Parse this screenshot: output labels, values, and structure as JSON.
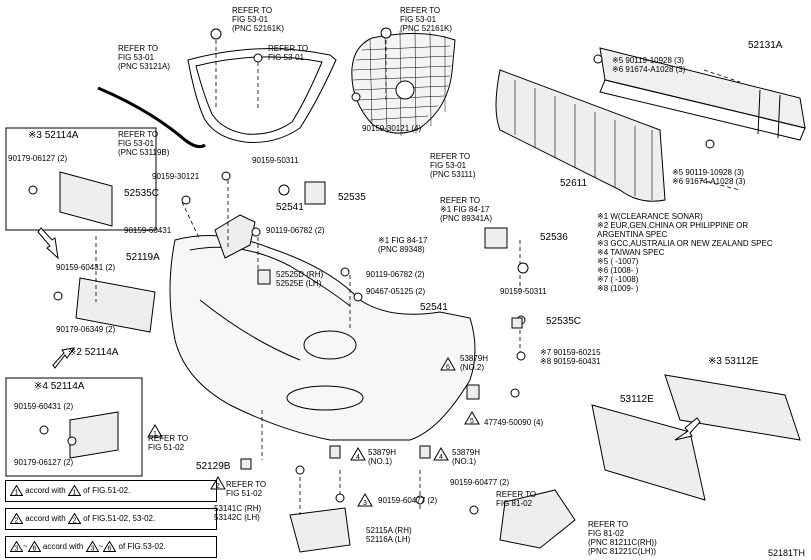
{
  "diagram_id": "52181TH",
  "labels": [
    {
      "id": "refer-53-01-a",
      "lines": [
        "REFER TO",
        "FIG 53-01",
        "(PNC 52161K)"
      ]
    },
    {
      "id": "refer-53-01-b",
      "lines": [
        "REFER TO",
        "FIG 53-01"
      ]
    },
    {
      "id": "refer-53-01-c",
      "lines": [
        "REFER TO",
        "FIG 53-01",
        "(PNC 53121A)"
      ]
    },
    {
      "id": "refer-53-01-d",
      "lines": [
        "REFER TO",
        "FIG 53-01",
        "(PNC 52161K)"
      ]
    },
    {
      "id": "refer-53-01-e",
      "lines": [
        "REFER TO",
        "FIG 53-01",
        "(PNC 53119B)"
      ]
    },
    {
      "id": "refer-53-01-f",
      "lines": [
        "REFER TO",
        "FIG 53-01",
        "(PNC 53111)"
      ]
    },
    {
      "id": "p52131A",
      "lines": [
        "52131A"
      ]
    },
    {
      "id": "p90119-10928-a",
      "lines": [
        "※5 90119-10928 (3)",
        "※6 91674-A1028 (3)"
      ]
    },
    {
      "id": "p90159-30121-4",
      "lines": [
        "90159-30121 (4)"
      ]
    },
    {
      "id": "p52114A-3",
      "lines": [
        "※3 52114A"
      ]
    },
    {
      "id": "p90179-06127-2a",
      "lines": [
        "90179-06127 (2)"
      ]
    },
    {
      "id": "p90159-50311-a",
      "lines": [
        "90159-50311"
      ]
    },
    {
      "id": "p90159-30121",
      "lines": [
        "90159-30121"
      ]
    },
    {
      "id": "p52611",
      "lines": [
        "52611"
      ]
    },
    {
      "id": "p90119-10928-b",
      "lines": [
        "※5 90119-10928 (3)",
        "※6 91674-A1028 (3)"
      ]
    },
    {
      "id": "p52535C-a",
      "lines": [
        "52535C"
      ]
    },
    {
      "id": "p52541-a",
      "lines": [
        "52541"
      ]
    },
    {
      "id": "p52535",
      "lines": [
        "52535"
      ]
    },
    {
      "id": "refer-84-17-a",
      "lines": [
        "REFER TO",
        "※1 FIG 84-17",
        "(PNC 89341A)"
      ]
    },
    {
      "id": "p90159-60431",
      "lines": [
        "90159-60431"
      ]
    },
    {
      "id": "p90119-06782-2a",
      "lines": [
        "90119-06782 (2)"
      ]
    },
    {
      "id": "refer-84-17-b",
      "lines": [
        "※1 FIG 84-17",
        "(PNC 89348)"
      ]
    },
    {
      "id": "p52536",
      "lines": [
        "52536"
      ]
    },
    {
      "id": "p52119A",
      "lines": [
        "52119A"
      ]
    },
    {
      "id": "p52525D",
      "lines": [
        "52525D (RH)",
        "52525E (LH)"
      ]
    },
    {
      "id": "p90119-06782-2b",
      "lines": [
        "90119-06782 (2)"
      ]
    },
    {
      "id": "p90467-05125",
      "lines": [
        "90467-05125 (2)"
      ]
    },
    {
      "id": "p90159-50311-b",
      "lines": [
        "90159-50311"
      ]
    },
    {
      "id": "p90159-60431-2",
      "lines": [
        "90159-60431 (2)"
      ]
    },
    {
      "id": "p90179-06349",
      "lines": [
        "90179-06349 (2)"
      ]
    },
    {
      "id": "p52114A-2",
      "lines": [
        "※2 52114A"
      ]
    },
    {
      "id": "p52541-b",
      "lines": [
        "52541"
      ]
    },
    {
      "id": "p52535C-b",
      "lines": [
        "52535C"
      ]
    },
    {
      "id": "p90159-60215",
      "lines": [
        "※7 90159-60215",
        "※8 90159-60431"
      ]
    },
    {
      "id": "p53879H-no2",
      "lines": [
        "53879H",
        "(NO.2)"
      ]
    },
    {
      "id": "p53112E-3",
      "lines": [
        "※3 53112E"
      ]
    },
    {
      "id": "p53112E",
      "lines": [
        "53112E"
      ]
    },
    {
      "id": "p47749-50090",
      "lines": [
        "47749-50090 (4)"
      ]
    },
    {
      "id": "refer-51-02-a",
      "lines": [
        "REFER TO",
        "FIG 51-02"
      ]
    },
    {
      "id": "p53879H-no1a",
      "lines": [
        "53879H",
        "(NO.1)"
      ]
    },
    {
      "id": "p53879H-no1b",
      "lines": [
        "53879H",
        "(NO.1)"
      ]
    },
    {
      "id": "p52129B",
      "lines": [
        "52129B"
      ]
    },
    {
      "id": "p90159-60477-2a",
      "lines": [
        "90159-60477 (2)"
      ]
    },
    {
      "id": "refer-51-02-b",
      "lines": [
        "REFER TO",
        "FIG 51-02"
      ]
    },
    {
      "id": "refer-81-02-a",
      "lines": [
        "REFER TO",
        "FIG 81-02"
      ]
    },
    {
      "id": "p53141C",
      "lines": [
        "53141C (RH)",
        "53142C (LH)"
      ]
    },
    {
      "id": "p90159-60477-2b",
      "lines": [
        "90159-60477 (2)"
      ]
    },
    {
      "id": "refer-81-02-b",
      "lines": [
        "REFER TO",
        "FIG 81-02",
        "(PNC 81211C(RH))",
        "(PNC 81221C(LH))"
      ]
    },
    {
      "id": "p52115A",
      "lines": [
        "52115A (RH)",
        "52116A (LH)"
      ]
    },
    {
      "id": "p52114A-4",
      "lines": [
        "※4 52114A"
      ]
    },
    {
      "id": "p90159-60431-2b",
      "lines": [
        "90159-60431 (2)"
      ]
    },
    {
      "id": "p90179-06127-2b",
      "lines": [
        "90179-06127 (2)"
      ]
    }
  ],
  "notes": [
    "※1 W(CLEARANCE SONAR)",
    "※2 EUR,GEN,CHINA OR PHILIPPINE OR",
    "      ARGENTINA SPEC",
    "※3 GCC,AUSTRALIA OR NEW ZEALAND SPEC",
    "※4 TAIWAN SPEC",
    "※5 (      -1007)",
    "※6 (1008-      )",
    "※7 (      -1008)",
    "※8 (1009-      )"
  ],
  "callout_numbers": [
    "1",
    "2",
    "3",
    "4",
    "5",
    "6"
  ],
  "legend": {
    "row1": {
      "a": "accord with",
      "b": "of FIG.51-02."
    },
    "row2": {
      "a": "accord with",
      "b": "of FIG.51-02, 53-02."
    },
    "row3": {
      "a": "accord with",
      "b": "of FIG.53-02."
    },
    "tilde": "~"
  }
}
